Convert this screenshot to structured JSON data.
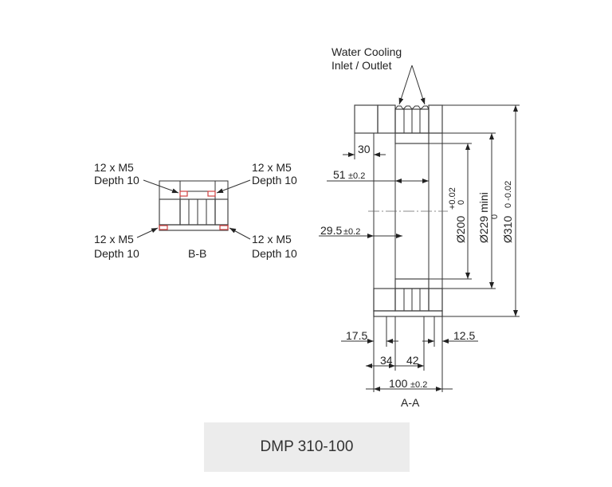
{
  "title": "DMP 310-100",
  "section_aa": {
    "callout": [
      "Water Cooling",
      "Inlet / Outlet"
    ],
    "label": "A-A",
    "dims": {
      "d30": "30",
      "d51": "51",
      "d51_tol": "±0.2",
      "d29_5": "29.5",
      "d29_5_tol": "±0.2",
      "dia200": "Ø200",
      "dia200_tol_upper": "+0.02",
      "dia200_tol_lower": "0",
      "dia229": "Ø229 mini",
      "dia229_tol": "0",
      "dia310": "Ø310",
      "dia310_tol": "0  -0.02",
      "d17_5": "17.5",
      "d12_5": "12.5",
      "d34": "34",
      "d42": "42",
      "d100": "100",
      "d100_tol": "±0.2"
    }
  },
  "section_bb": {
    "label": "B-B",
    "callouts": [
      {
        "line1": "12 x M5",
        "line2": "Depth 10"
      },
      {
        "line1": "12 x M5",
        "line2": "Depth 10"
      },
      {
        "line1": "12 x M5",
        "line2": "Depth 10"
      },
      {
        "line1": "12 x M5",
        "line2": "Depth 10"
      }
    ]
  },
  "colors": {
    "thread_mark": "#d04040",
    "caption_bg": "#ececec"
  }
}
